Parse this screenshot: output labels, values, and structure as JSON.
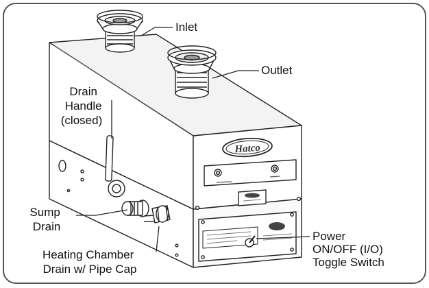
{
  "labels": {
    "inlet": "Inlet",
    "outlet": "Outlet",
    "drain_handle": [
      "Drain",
      "Handle",
      "(closed)"
    ],
    "sump_drain": [
      "Sump",
      "Drain"
    ],
    "heating_chamber_drain": [
      "Heating Chamber",
      "Drain w/ Pipe Cap"
    ],
    "power_switch": [
      "Power",
      "ON/OFF (I/O)",
      "Toggle Switch"
    ]
  },
  "brand_logo": "Hatco",
  "colors": {
    "line": "#222222",
    "frame": "#555555",
    "lid": "#f3f3f3",
    "side": "#ffffff",
    "shade": "#e6e6e6"
  }
}
